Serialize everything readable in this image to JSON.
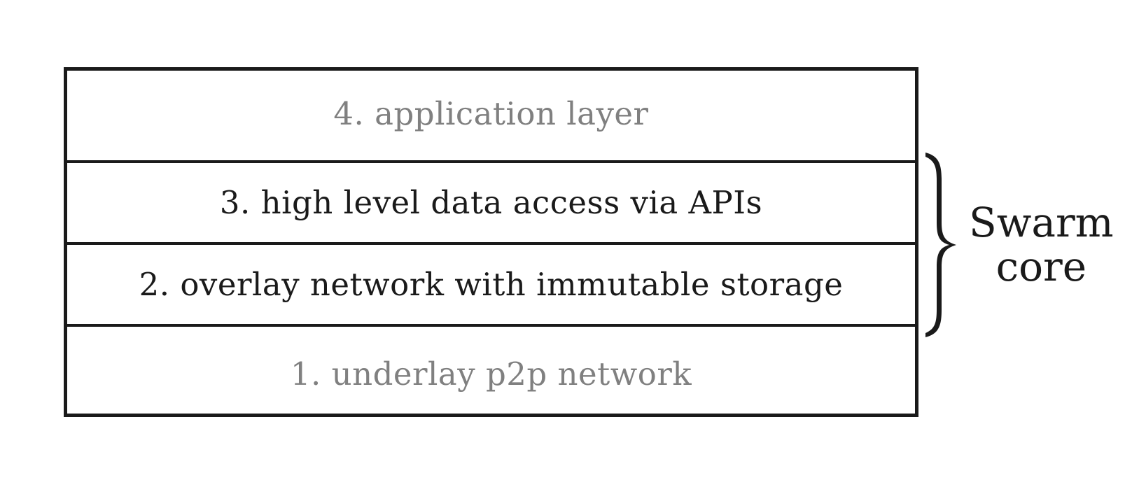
{
  "diagram": {
    "title": "Swarm layer stack",
    "colors": {
      "stroke": "#1a1a1a",
      "muted_text": "#808080",
      "active_text": "#1a1a1a",
      "background": "#ffffff"
    },
    "layers": [
      {
        "index": "4",
        "label": "4. application layer",
        "emphasis": "muted",
        "in_core": false
      },
      {
        "index": "3",
        "label": "3. high level data access via APIs",
        "emphasis": "normal",
        "in_core": true
      },
      {
        "index": "2",
        "label": "2. overlay network with immutable storage",
        "emphasis": "normal",
        "in_core": true
      },
      {
        "index": "1",
        "label": "1. underlay p2p network",
        "emphasis": "muted",
        "in_core": false
      }
    ],
    "annotation": {
      "icon": "right-curly-brace-icon",
      "line1": "Swarm",
      "line2": "core"
    }
  }
}
